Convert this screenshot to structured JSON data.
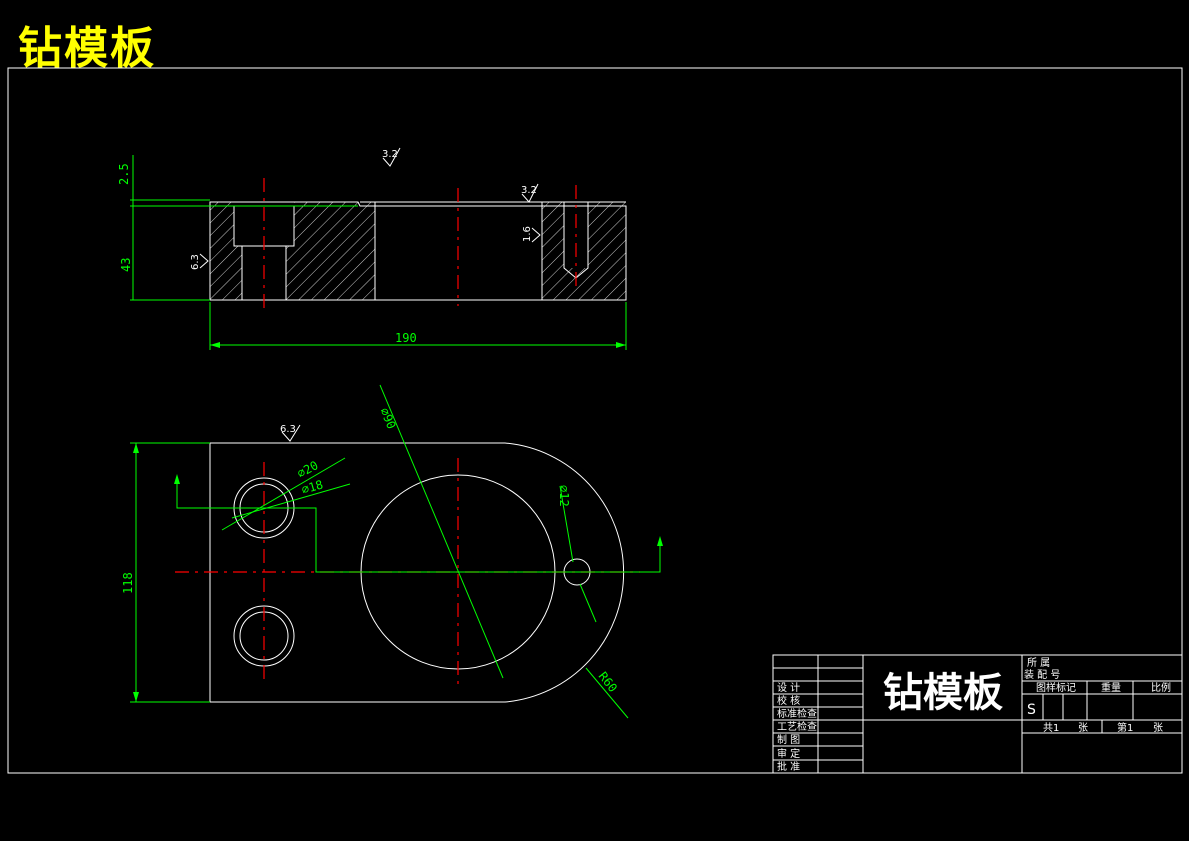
{
  "title": "钻模板",
  "colors": {
    "background": "#000000",
    "outline": "#ffffff",
    "dimension": "#00ff00",
    "centerline": "#ff0000",
    "title": "#ffff00"
  },
  "dimensions": {
    "thickness_top": "2.5",
    "height": "43",
    "length": "190",
    "width": "118",
    "dia_90": "⌀90",
    "dia_20": "⌀20",
    "dia_18": "⌀18",
    "dia_12": "⌀12",
    "radius": "R60"
  },
  "roughness": {
    "r1": "3.2",
    "r2": "3.2",
    "r3": "1.6",
    "r4": "6.3",
    "r5": "6.3"
  },
  "title_block": {
    "part_name": "钻模板",
    "belongs_to": "所 属",
    "assembly_no": "装 配 号",
    "stage_mark": "图样标记",
    "weight": "重量",
    "scale": "比例",
    "stage_value": "S",
    "total_sheets": "共1",
    "sheet_label": "张",
    "sheet_no": "第1",
    "sheet_label2": "张",
    "design": "设 计",
    "check": "校 核",
    "standard": "标准检查",
    "process": "工艺检查",
    "drafting": "制 图",
    "review": "审 定",
    "approve": "批 准"
  }
}
